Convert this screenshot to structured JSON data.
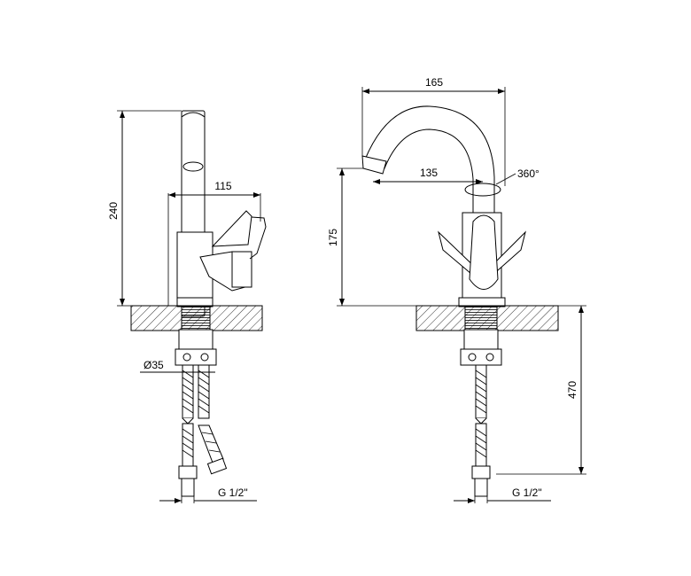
{
  "side_view": {
    "height_label": "240",
    "reach_label": "115",
    "hose_diameter_label": "Ø35",
    "thread_label": "G 1/2\""
  },
  "front_view": {
    "spout_width_label": "165",
    "spout_reach_label": "135",
    "rotation_label": "360°",
    "spout_height_label": "175",
    "hose_length_label": "470",
    "thread_label": "G 1/2\""
  }
}
